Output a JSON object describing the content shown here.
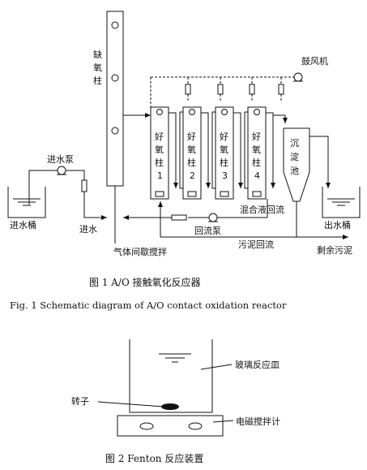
{
  "fig1": {
    "column_anoxic": [
      "缺",
      "氧",
      "柱"
    ],
    "blower": "鼓风机",
    "feed_pump": "进水泵",
    "inlet_tank": "进水桶",
    "outlet_tank": "出水桶",
    "aerobic": [
      {
        "chars": [
          "好",
          "氧",
          "柱"
        ],
        "num": "1"
      },
      {
        "chars": [
          "好",
          "氧",
          "柱"
        ],
        "num": "2"
      },
      {
        "chars": [
          "好",
          "氧",
          "柱"
        ],
        "num": "3"
      },
      {
        "chars": [
          "好",
          "氧",
          "柱"
        ],
        "num": "4"
      }
    ],
    "settling": [
      "沉",
      "淀",
      "池"
    ],
    "inflow": "进水",
    "recycle_pump": "回流泵",
    "mixed_recycle": "混合液回流",
    "sludge_recycle": "污泥回流",
    "excess_sludge": "剩余污泥",
    "stir": "气体间歇搅拌",
    "caption_cn": "图 1    A/O 接触氧化反应器",
    "caption_en": "Fig. 1    Schematic diagram of A/O contact oxidation reactor"
  },
  "fig2": {
    "dish": "玻璃反应皿",
    "rotor": "转子",
    "stirrer": "电磁搅拌计",
    "caption": "图 2    Fenton 反应装置"
  }
}
